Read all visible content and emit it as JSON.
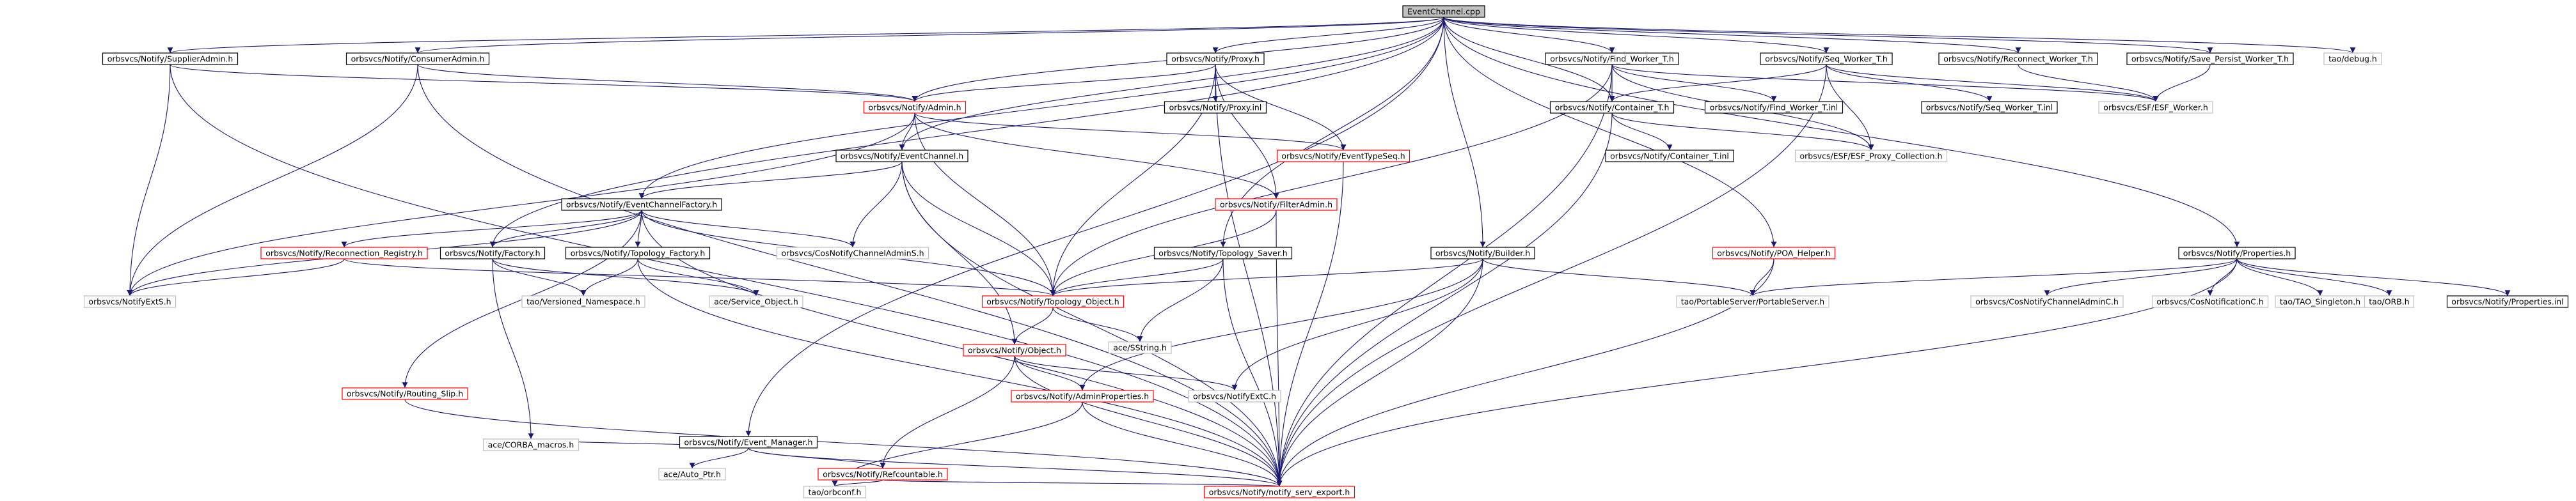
{
  "colors": {
    "edge": "#191970",
    "edge_red": "#8b1a1a",
    "root_fill": "#bfbfbf",
    "border_black": "#000000",
    "border_red": "#ff0000",
    "border_gray": "#bfbfbf"
  },
  "nodes": [
    {
      "id": "root",
      "label": "EventChannel.cpp",
      "style": "root"
    },
    {
      "id": "supplieradmin",
      "label": "orbsvcs/Notify/SupplierAdmin.h",
      "style": "black"
    },
    {
      "id": "consumeradmin",
      "label": "orbsvcs/Notify/ConsumerAdmin.h",
      "style": "black"
    },
    {
      "id": "proxy",
      "label": "orbsvcs/Notify/Proxy.h",
      "style": "black"
    },
    {
      "id": "findworker",
      "label": "orbsvcs/Notify/Find_Worker_T.h",
      "style": "black"
    },
    {
      "id": "seqworker",
      "label": "orbsvcs/Notify/Seq_Worker_T.h",
      "style": "black"
    },
    {
      "id": "reconnectworker",
      "label": "orbsvcs/Notify/Reconnect_Worker_T.h",
      "style": "black"
    },
    {
      "id": "savepersist",
      "label": "orbsvcs/Notify/Save_Persist_Worker_T.h",
      "style": "black"
    },
    {
      "id": "taodebug",
      "label": "tao/debug.h",
      "style": "gray"
    },
    {
      "id": "admin",
      "label": "orbsvcs/Notify/Admin.h",
      "style": "red"
    },
    {
      "id": "proxyinl",
      "label": "orbsvcs/Notify/Proxy.inl",
      "style": "black"
    },
    {
      "id": "container",
      "label": "orbsvcs/Notify/Container_T.h",
      "style": "black"
    },
    {
      "id": "findworkerinl",
      "label": "orbsvcs/Notify/Find_Worker_T.inl",
      "style": "black"
    },
    {
      "id": "seqworkerinl",
      "label": "orbsvcs/Notify/Seq_Worker_T.inl",
      "style": "black"
    },
    {
      "id": "esfworker",
      "label": "orbsvcs/ESF/ESF_Worker.h",
      "style": "gray"
    },
    {
      "id": "eventchannel",
      "label": "orbsvcs/Notify/EventChannel.h",
      "style": "black"
    },
    {
      "id": "eventtypeseq",
      "label": "orbsvcs/Notify/EventTypeSeq.h",
      "style": "red"
    },
    {
      "id": "containerinl",
      "label": "orbsvcs/Notify/Container_T.inl",
      "style": "black"
    },
    {
      "id": "esfproxycoll",
      "label": "orbsvcs/ESF/ESF_Proxy_Collection.h",
      "style": "gray"
    },
    {
      "id": "ecfactory",
      "label": "orbsvcs/Notify/EventChannelFactory.h",
      "style": "black"
    },
    {
      "id": "filteradmin",
      "label": "orbsvcs/Notify/FilterAdmin.h",
      "style": "red"
    },
    {
      "id": "reconnreg",
      "label": "orbsvcs/Notify/Reconnection_Registry.h",
      "style": "red"
    },
    {
      "id": "factory",
      "label": "orbsvcs/Notify/Factory.h",
      "style": "black"
    },
    {
      "id": "topofactory",
      "label": "orbsvcs/Notify/Topology_Factory.h",
      "style": "black"
    },
    {
      "id": "cosnotifychanadmins",
      "label": "orbsvcs/CosNotifyChannelAdminS.h",
      "style": "gray"
    },
    {
      "id": "toposaver",
      "label": "orbsvcs/Notify/Topology_Saver.h",
      "style": "black"
    },
    {
      "id": "builder",
      "label": "orbsvcs/Notify/Builder.h",
      "style": "black"
    },
    {
      "id": "poahelper",
      "label": "orbsvcs/Notify/POA_Helper.h",
      "style": "red"
    },
    {
      "id": "properties",
      "label": "orbsvcs/Notify/Properties.h",
      "style": "black"
    },
    {
      "id": "notifyexts",
      "label": "orbsvcs/NotifyExtS.h",
      "style": "gray"
    },
    {
      "id": "versionednamespace",
      "label": "tao/Versioned_Namespace.h",
      "style": "gray"
    },
    {
      "id": "serviceobject",
      "label": "ace/Service_Object.h",
      "style": "gray"
    },
    {
      "id": "topologyobject",
      "label": "orbsvcs/Notify/Topology_Object.h",
      "style": "red"
    },
    {
      "id": "portableserver",
      "label": "tao/PortableServer/PortableServer.h",
      "style": "gray"
    },
    {
      "id": "cosnotifychanadminc",
      "label": "orbsvcs/CosNotifyChannelAdminC.h",
      "style": "gray"
    },
    {
      "id": "cosnotificationc",
      "label": "orbsvcs/CosNotificationC.h",
      "style": "gray"
    },
    {
      "id": "taosingleton",
      "label": "tao/TAO_Singleton.h",
      "style": "gray"
    },
    {
      "id": "orb",
      "label": "tao/ORB.h",
      "style": "gray"
    },
    {
      "id": "propertiesinl",
      "label": "orbsvcs/Notify/Properties.inl",
      "style": "black"
    },
    {
      "id": "routingslip",
      "label": "orbsvcs/Notify/Routing_Slip.h",
      "style": "red"
    },
    {
      "id": "acesstring",
      "label": "ace/SString.h",
      "style": "gray"
    },
    {
      "id": "object",
      "label": "orbsvcs/Notify/Object.h",
      "style": "red"
    },
    {
      "id": "adminproperties",
      "label": "orbsvcs/Notify/AdminProperties.h",
      "style": "red"
    },
    {
      "id": "notifyextc",
      "label": "orbsvcs/NotifyExtC.h",
      "style": "gray"
    },
    {
      "id": "eventmanager",
      "label": "orbsvcs/Notify/Event_Manager.h",
      "style": "black"
    },
    {
      "id": "corbamacros",
      "label": "ace/CORBA_macros.h",
      "style": "gray"
    },
    {
      "id": "autoptr",
      "label": "ace/Auto_Ptr.h",
      "style": "gray"
    },
    {
      "id": "refcountable",
      "label": "orbsvcs/Notify/Refcountable.h",
      "style": "red"
    },
    {
      "id": "orbconf",
      "label": "tao/orbconf.h",
      "style": "gray"
    },
    {
      "id": "servexport",
      "label": "orbsvcs/Notify/notify_serv_export.h",
      "style": "red"
    }
  ],
  "edges": [
    [
      "root",
      "supplieradmin"
    ],
    [
      "root",
      "consumeradmin"
    ],
    [
      "root",
      "proxy"
    ],
    [
      "root",
      "findworker"
    ],
    [
      "root",
      "seqworker"
    ],
    [
      "root",
      "reconnectworker"
    ],
    [
      "root",
      "savepersist"
    ],
    [
      "root",
      "taodebug"
    ],
    [
      "root",
      "admin"
    ],
    [
      "root",
      "container"
    ],
    [
      "root",
      "eventchannel"
    ],
    [
      "root",
      "ecfactory"
    ],
    [
      "root",
      "toposaver"
    ],
    [
      "root",
      "builder"
    ],
    [
      "root",
      "poahelper"
    ],
    [
      "root",
      "properties"
    ],
    [
      "root",
      "eventmanager"
    ],
    [
      "root",
      "factory"
    ],
    [
      "supplieradmin",
      "admin"
    ],
    [
      "supplieradmin",
      "notifyexts"
    ],
    [
      "supplieradmin",
      "servexport"
    ],
    [
      "consumeradmin",
      "admin"
    ],
    [
      "consumeradmin",
      "notifyexts"
    ],
    [
      "consumeradmin",
      "servexport"
    ],
    [
      "proxy",
      "admin"
    ],
    [
      "proxy",
      "proxyinl"
    ],
    [
      "proxy",
      "eventtypeseq"
    ],
    [
      "proxy",
      "filteradmin"
    ],
    [
      "proxy",
      "topologyobject"
    ],
    [
      "proxy",
      "servexport"
    ],
    [
      "findworker",
      "container"
    ],
    [
      "findworker",
      "findworkerinl"
    ],
    [
      "findworker",
      "esfworker"
    ],
    [
      "findworker",
      "esfproxycoll"
    ],
    [
      "findworker",
      "topologyobject"
    ],
    [
      "findworker",
      "servexport"
    ],
    [
      "seqworker",
      "container"
    ],
    [
      "seqworker",
      "seqworkerinl"
    ],
    [
      "seqworker",
      "esfworker"
    ],
    [
      "seqworker",
      "esfproxycoll"
    ],
    [
      "seqworker",
      "servexport"
    ],
    [
      "reconnectworker",
      "esfworker"
    ],
    [
      "savepersist",
      "esfworker"
    ],
    [
      "admin",
      "eventchannel"
    ],
    [
      "admin",
      "eventtypeseq"
    ],
    [
      "admin",
      "filteradmin"
    ],
    [
      "admin",
      "topologyobject"
    ],
    [
      "admin",
      "notifyexts"
    ],
    [
      "container",
      "containerinl"
    ],
    [
      "container",
      "esfproxycoll"
    ],
    [
      "container",
      "servexport"
    ],
    [
      "eventchannel",
      "ecfactory"
    ],
    [
      "eventchannel",
      "cosnotifychanadmins"
    ],
    [
      "eventchannel",
      "topologyobject"
    ],
    [
      "eventchannel",
      "object"
    ],
    [
      "eventchannel",
      "servexport"
    ],
    [
      "eventtypeseq",
      "servexport"
    ],
    [
      "ecfactory",
      "reconnreg"
    ],
    [
      "ecfactory",
      "factory"
    ],
    [
      "ecfactory",
      "topofactory"
    ],
    [
      "ecfactory",
      "cosnotifychanadmins"
    ],
    [
      "ecfactory",
      "topologyobject"
    ],
    [
      "ecfactory",
      "notifyexts"
    ],
    [
      "ecfactory",
      "routingslip"
    ],
    [
      "ecfactory",
      "servexport"
    ],
    [
      "filteradmin",
      "topologyobject"
    ],
    [
      "filteradmin",
      "servexport"
    ],
    [
      "reconnreg",
      "notifyexts"
    ],
    [
      "reconnreg",
      "topologyobject"
    ],
    [
      "factory",
      "versionednamespace"
    ],
    [
      "factory",
      "serviceobject"
    ],
    [
      "factory",
      "corbamacros"
    ],
    [
      "topofactory",
      "versionednamespace"
    ],
    [
      "topofactory",
      "serviceobject"
    ],
    [
      "topofactory",
      "servexport"
    ],
    [
      "toposaver",
      "topologyobject"
    ],
    [
      "toposaver",
      "acesstring"
    ],
    [
      "toposaver",
      "servexport"
    ],
    [
      "builder",
      "topologyobject"
    ],
    [
      "builder",
      "portableserver"
    ],
    [
      "builder",
      "adminproperties"
    ],
    [
      "builder",
      "notifyextc"
    ],
    [
      "builder",
      "servexport"
    ],
    [
      "poahelper",
      "portableserver"
    ],
    [
      "poahelper",
      "servexport"
    ],
    [
      "properties",
      "portableserver"
    ],
    [
      "properties",
      "cosnotifychanadminc"
    ],
    [
      "properties",
      "cosnotificationc"
    ],
    [
      "properties",
      "taosingleton"
    ],
    [
      "properties",
      "orb"
    ],
    [
      "properties",
      "propertiesinl"
    ],
    [
      "properties",
      "servexport"
    ],
    [
      "routingslip",
      "servexport"
    ],
    [
      "topologyobject",
      "object"
    ],
    [
      "topologyobject",
      "acesstring"
    ],
    [
      "object",
      "adminproperties"
    ],
    [
      "object",
      "notifyextc"
    ],
    [
      "object",
      "refcountable"
    ],
    [
      "object",
      "servexport"
    ],
    [
      "adminproperties",
      "orbconf"
    ],
    [
      "adminproperties",
      "servexport"
    ],
    [
      "eventmanager",
      "corbamacros"
    ],
    [
      "eventmanager",
      "autoptr"
    ],
    [
      "eventmanager",
      "refcountable"
    ],
    [
      "eventmanager",
      "servexport"
    ],
    [
      "refcountable",
      "orbconf"
    ],
    [
      "refcountable",
      "servexport"
    ]
  ]
}
